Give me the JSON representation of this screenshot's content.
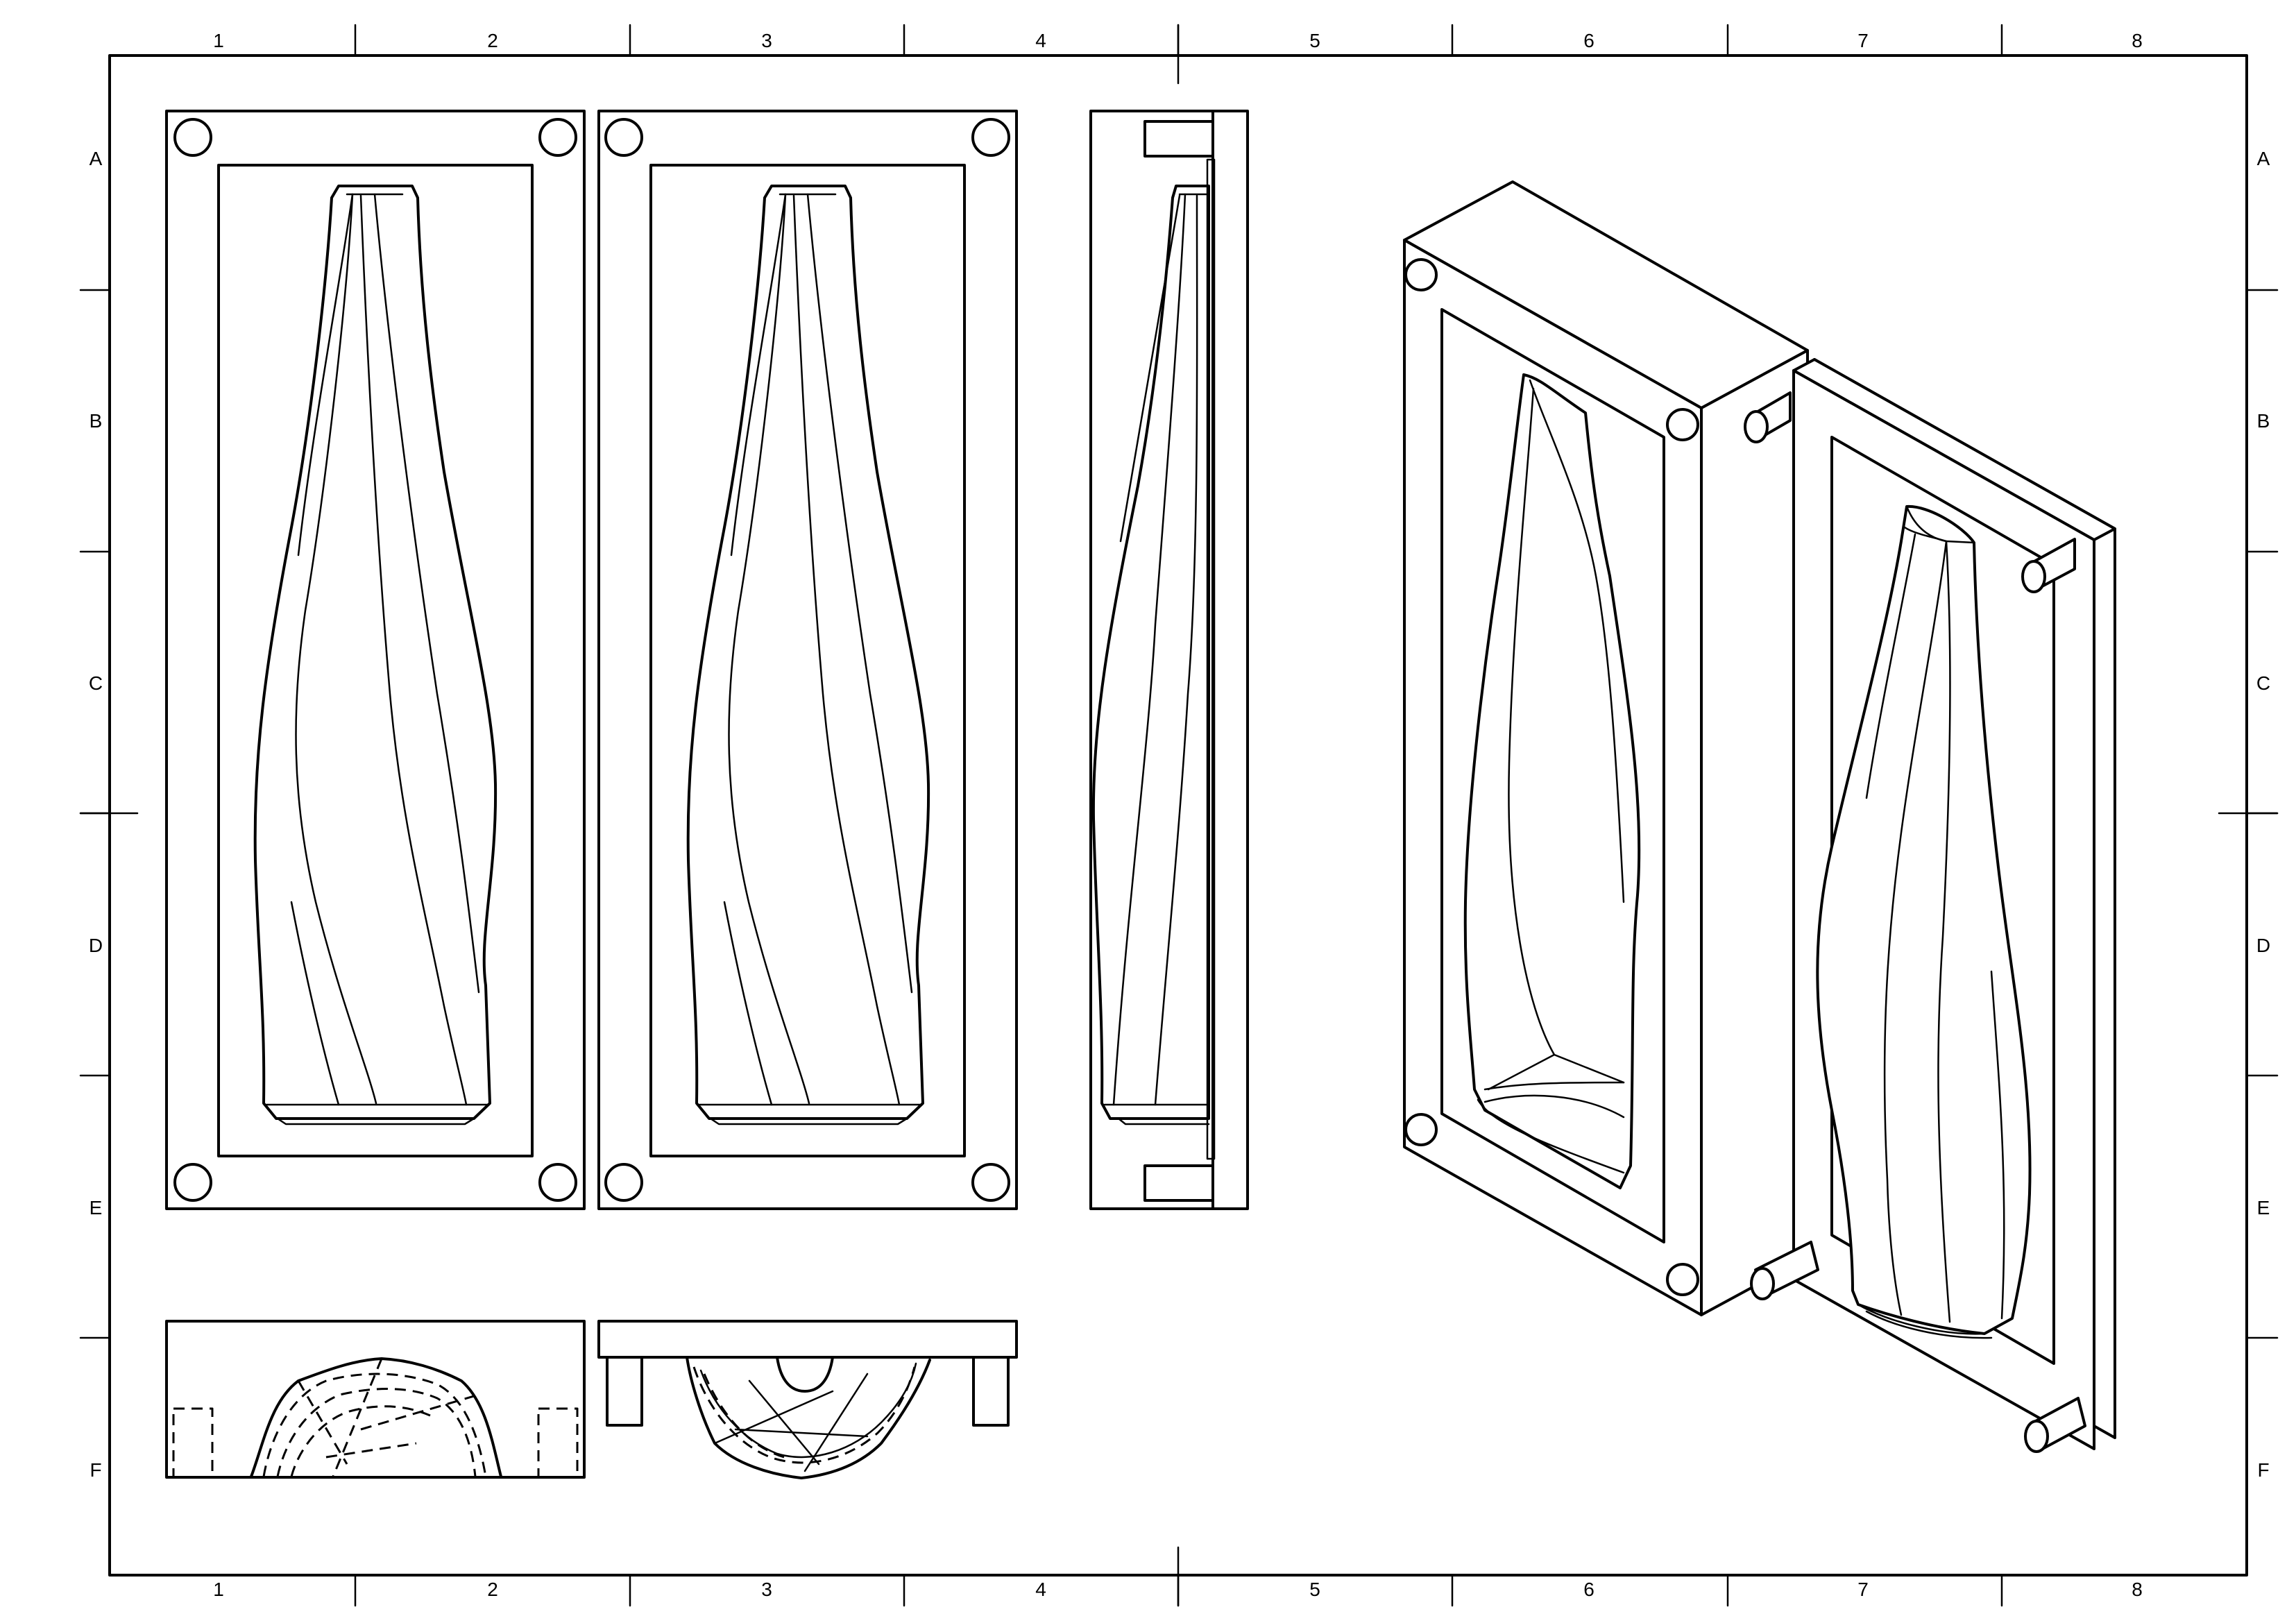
{
  "sheet": {
    "column_labels": [
      "1",
      "2",
      "3",
      "4",
      "5",
      "6",
      "7",
      "8"
    ],
    "row_labels": [
      "A",
      "B",
      "C",
      "D",
      "E",
      "F"
    ]
  }
}
